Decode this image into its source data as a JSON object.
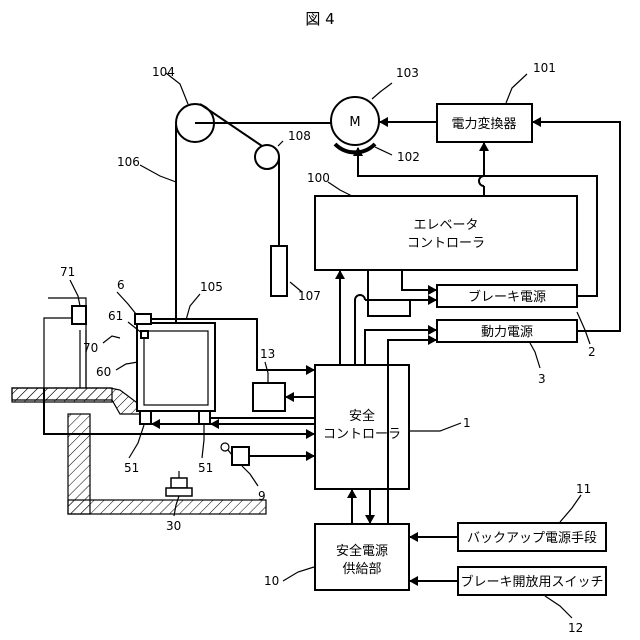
{
  "figure": {
    "title": "図 4"
  },
  "blocks": {
    "power_converter": "電力変換器",
    "elevator_controller_l1": "エレベータ",
    "elevator_controller_l2": "コントローラ",
    "brake_power": "ブレーキ電源",
    "drive_power": "動力電源",
    "safety_controller_l1": "安全",
    "safety_controller_l2": "コントローラ",
    "safety_power_l1": "安全電源",
    "safety_power_l2": "供給部",
    "backup_power": "バックアップ電源手段",
    "brake_release_switch": "ブレーキ開放用スイッチ",
    "motor": "M"
  },
  "refs": {
    "r101": "101",
    "r103": "103",
    "r104": "104",
    "r108": "108",
    "r102": "102",
    "r106": "106",
    "r100": "100",
    "r107": "107",
    "r105": "105",
    "r71": "71",
    "r6": "6",
    "r61": "61",
    "r70": "70",
    "r60": "60",
    "r13": "13",
    "r2": "2",
    "r3": "3",
    "r1": "1",
    "r51a": "51",
    "r51b": "51",
    "r9": "9",
    "r30": "30",
    "r11": "11",
    "r10": "10",
    "r12": "12"
  }
}
